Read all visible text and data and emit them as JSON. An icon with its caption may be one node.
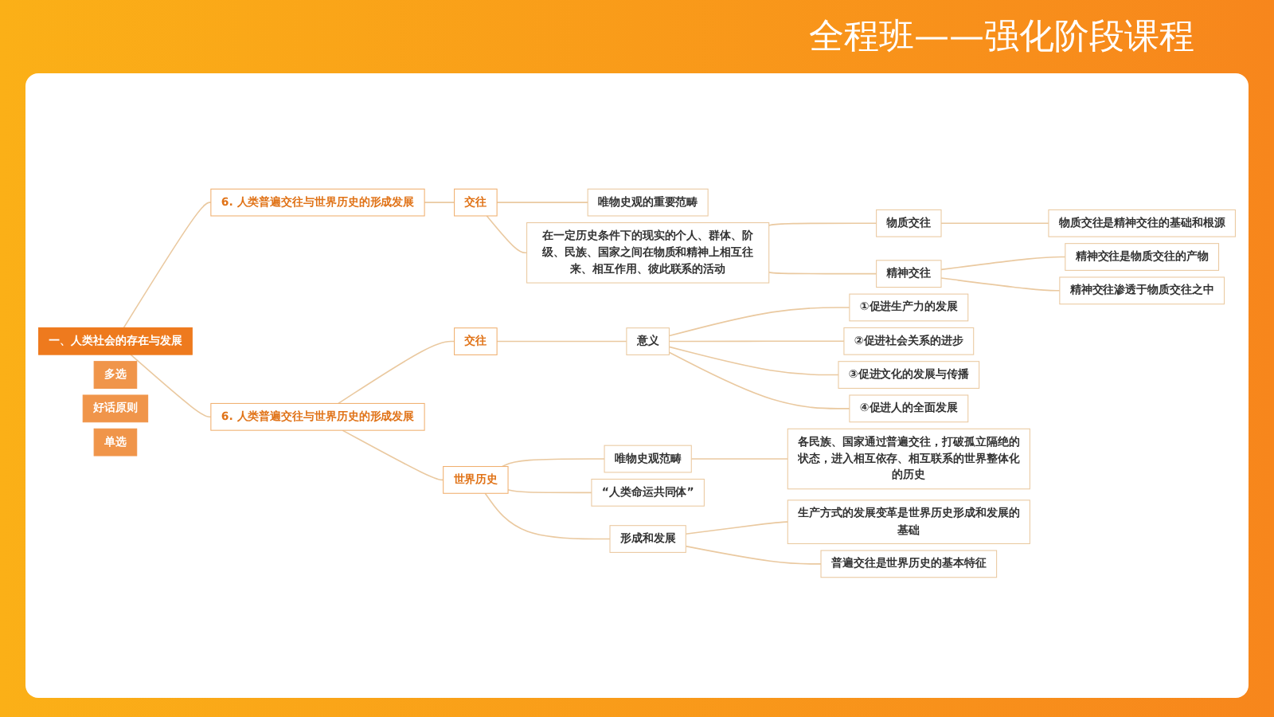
{
  "diagram": {
    "title": "全程班——强化阶段课程",
    "nodes": [
      {
        "text": [
          "一、人类社会的存在与发展"
        ]
      },
      {
        "text": [
          "6. 人类普遍交往与世界历史的形成发展"
        ]
      },
      {
        "text": [
          "交往"
        ]
      },
      {
        "text": [
          "多选"
        ]
      },
      {
        "text": [
          "好话原则"
        ]
      },
      {
        "text": [
          "唯物史观的重要范畴"
        ]
      },
      {
        "text": [
          "在一定历史条件下的现实的个人、群体、阶级、民族、国家之间在物质和精神上相互往来、相互作用、彼此联系的活动"
        ]
      },
      {
        "text": [
          "物质交往"
        ]
      },
      {
        "text": [
          "物质交往是精神交往的基础和根源"
        ]
      },
      {
        "text": [
          "精神交往"
        ]
      },
      {
        "text": [
          "精神交往是物质交往的产物"
        ]
      },
      {
        "text": [
          "精神交往渗透于物质交往之中"
        ]
      },
      {
        "text": [
          "6. 人类普遍交往与世界历史的形成发展"
        ]
      },
      {
        "text": [
          "交往"
        ]
      },
      {
        "text": [
          "意义"
        ]
      },
      {
        "text": [
          "①促进生产力的发展"
        ]
      },
      {
        "text": [
          "②促进社会关系的进步"
        ]
      },
      {
        "text": [
          "③促进文化的发展与传播"
        ]
      },
      {
        "text": [
          "④促进人的全面发展"
        ]
      },
      {
        "text": [
          "世界历史"
        ]
      },
      {
        "text": [
          "唯物史观范畴"
        ]
      },
      {
        "text": [
          "各民族、国家通过普遍交往，打破孤立隔绝的状态，进入相互依存、相互联系的世界整体化的历史"
        ]
      },
      {
        "text": [
          "“人类命运共同体”"
        ]
      },
      {
        "text": [
          "形成和发展"
        ]
      },
      {
        "text": [
          "生产方式的发展变革是世界历史形成和发展的基础"
        ]
      },
      {
        "text": [
          "普遍交往是世界历史的基本特征"
        ]
      },
      {
        "text": [
          "单选"
        ]
      }
    ],
    "edges": [
      {
        "from": 0,
        "to": 1,
        "arrow": "none"
      },
      {
        "from": 1,
        "to": 2,
        "arrow": "none"
      },
      {
        "from": 2,
        "to": 5,
        "arrow": "none"
      },
      {
        "from": 2,
        "to": 6,
        "arrow": "none"
      },
      {
        "from": 6,
        "to": 7,
        "arrow": "none"
      },
      {
        "from": 7,
        "to": 8,
        "arrow": "none"
      },
      {
        "from": 6,
        "to": 9,
        "arrow": "none"
      },
      {
        "from": 9,
        "to": 10,
        "arrow": "none"
      },
      {
        "from": 9,
        "to": 11,
        "arrow": "none"
      },
      {
        "from": 0,
        "to": 12,
        "arrow": "none"
      },
      {
        "from": 12,
        "to": 13,
        "arrow": "none"
      },
      {
        "from": 13,
        "to": 14,
        "arrow": "none"
      },
      {
        "from": 14,
        "to": 15,
        "arrow": "none"
      },
      {
        "from": 14,
        "to": 16,
        "arrow": "none"
      },
      {
        "from": 14,
        "to": 17,
        "arrow": "none"
      },
      {
        "from": 14,
        "to": 18,
        "arrow": "none"
      },
      {
        "from": 12,
        "to": 19,
        "arrow": "none"
      },
      {
        "from": 19,
        "to": 20,
        "arrow": "none"
      },
      {
        "from": 20,
        "to": 21,
        "arrow": "none"
      },
      {
        "from": 19,
        "to": 22,
        "arrow": "none"
      },
      {
        "from": 19,
        "to": 23,
        "arrow": "none"
      },
      {
        "from": 23,
        "to": 24,
        "arrow": "none"
      },
      {
        "from": 23,
        "to": 25,
        "arrow": "none"
      }
    ]
  }
}
